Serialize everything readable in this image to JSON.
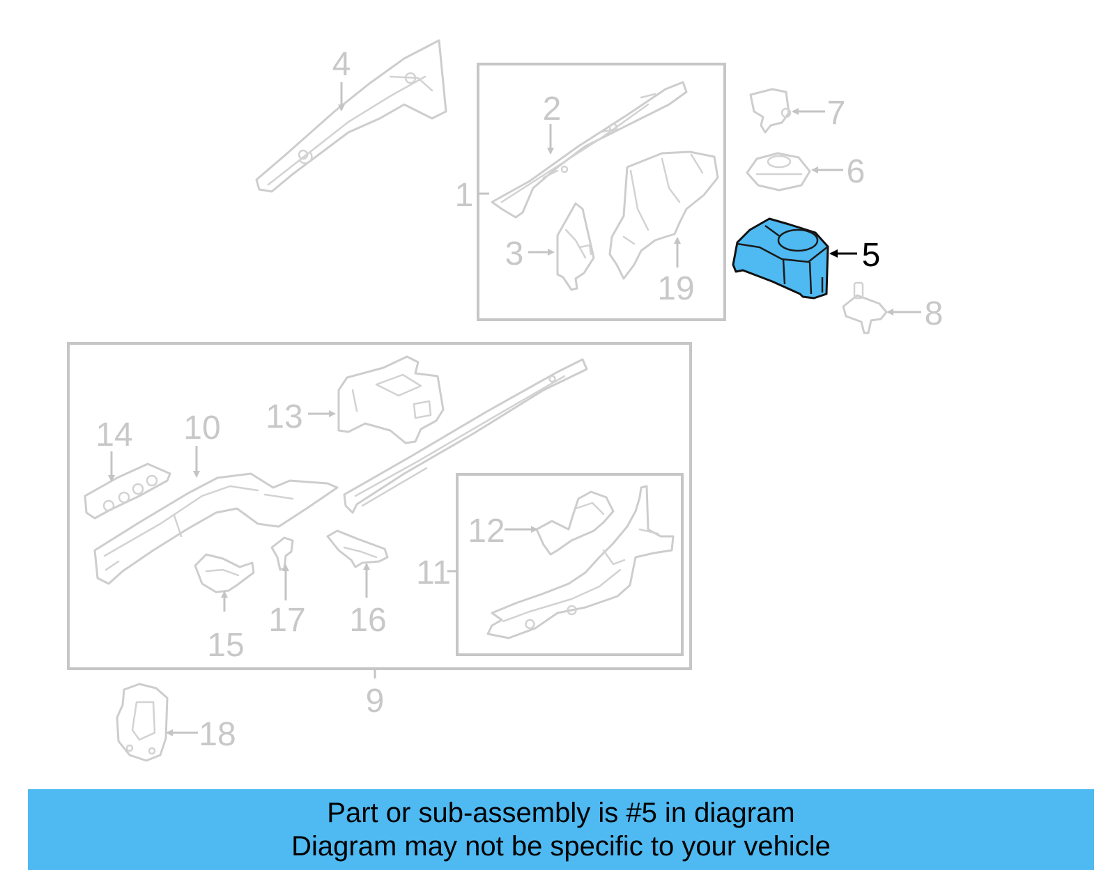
{
  "highlight_color": "#4fb9f1",
  "callouts": {
    "c1": "1",
    "c2": "2",
    "c3": "3",
    "c4": "4",
    "c5": "5",
    "c6": "6",
    "c7": "7",
    "c8": "8",
    "c9": "9",
    "c10": "10",
    "c11": "11",
    "c12": "12",
    "c13": "13",
    "c14": "14",
    "c15": "15",
    "c16": "16",
    "c17": "17",
    "c18": "18",
    "c19": "19"
  },
  "highlighted_part": "5",
  "banner": {
    "line1": "Part or sub-assembly is #5 in diagram",
    "line2": "Diagram may not be specific to your vehicle"
  }
}
